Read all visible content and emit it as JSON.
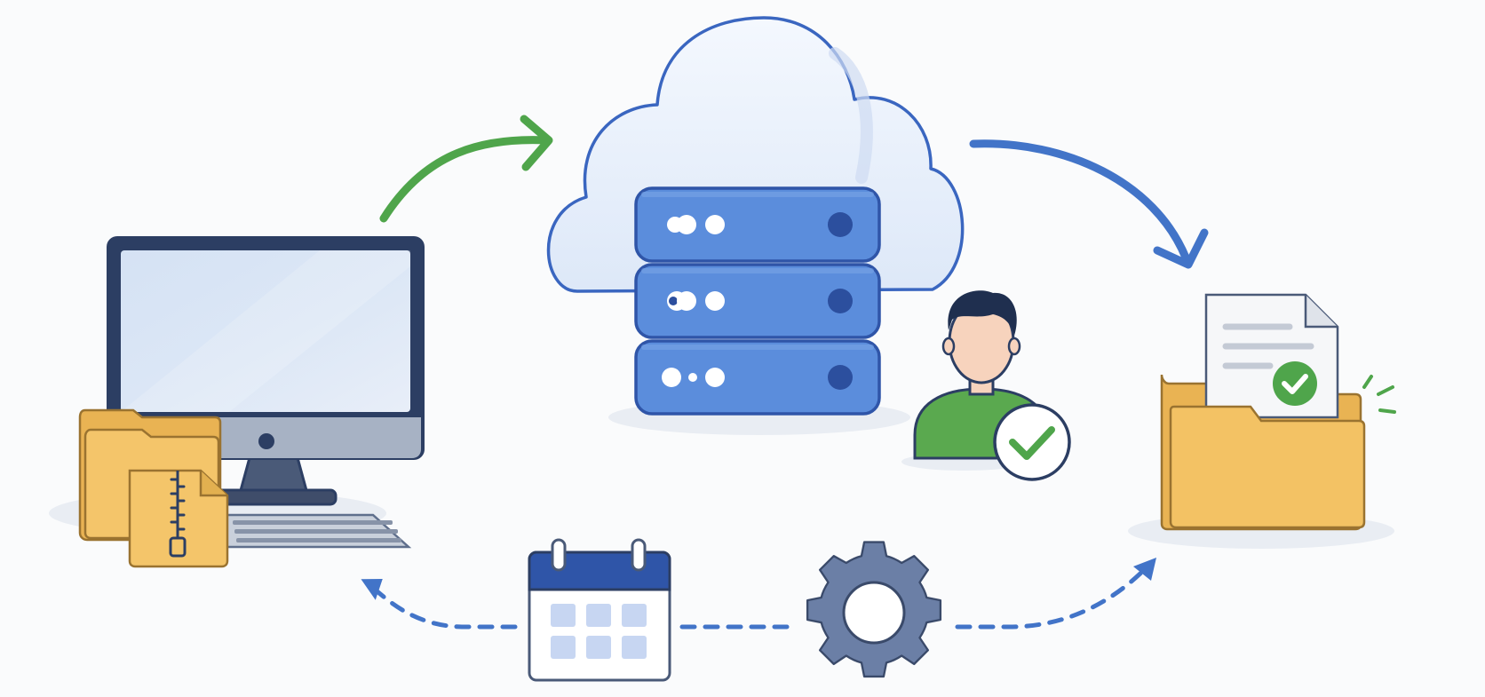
{
  "diagram": {
    "nodes": [
      {
        "id": "computer",
        "icon": "desktop-computer-icon"
      },
      {
        "id": "local-folders",
        "icon": "folder-icon"
      },
      {
        "id": "zip-archive",
        "icon": "zip-file-icon"
      },
      {
        "id": "cloud-server",
        "icon": "cloud-server-icon"
      },
      {
        "id": "user",
        "icon": "user-verified-icon"
      },
      {
        "id": "restored-folder",
        "icon": "folder-document-check-icon"
      },
      {
        "id": "schedule",
        "icon": "calendar-icon"
      },
      {
        "id": "automation",
        "icon": "gear-icon"
      }
    ],
    "edges": [
      {
        "from": "computer",
        "to": "cloud-server",
        "style": "solid",
        "color": "#4fa54b"
      },
      {
        "from": "cloud-server",
        "to": "restored-folder",
        "style": "solid",
        "color": "#4274c8"
      },
      {
        "from": "automation",
        "to": "restored-folder",
        "style": "dashed",
        "color": "#4274c8"
      },
      {
        "from": "schedule",
        "to": "computer",
        "style": "dashed",
        "color": "#4274c8"
      }
    ]
  },
  "colors": {
    "green_accent": "#4fa54b",
    "blue_accent": "#4274c8",
    "server_blue": "#5b8ddc",
    "folder_yellow": "#f2c265",
    "outline_navy": "#2c3e63",
    "gear_slate": "#6b7fa6"
  }
}
